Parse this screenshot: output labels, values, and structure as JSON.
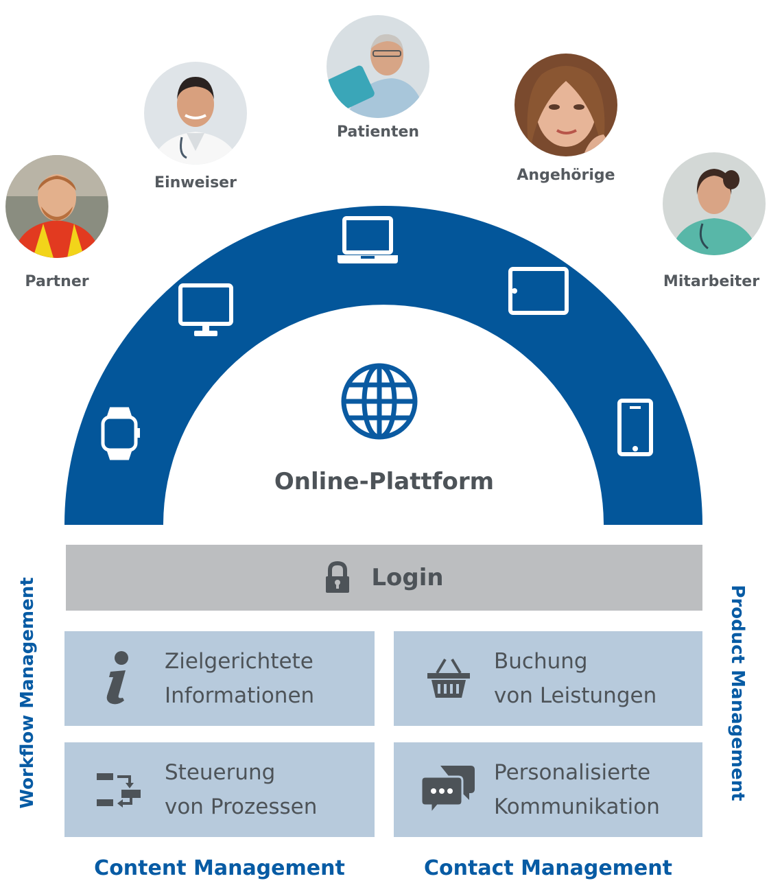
{
  "colors": {
    "arc_blue": "#03569a",
    "text_dark": "#4d5358",
    "login_gray": "#bcbec0",
    "tile_blue": "#b7cadc",
    "label_blue": "#075ba4"
  },
  "people": [
    {
      "name": "Partner",
      "icon": "person-photo"
    },
    {
      "name": "Einweiser",
      "icon": "person-photo"
    },
    {
      "name": "Patienten",
      "icon": "person-photo"
    },
    {
      "name": "Angehörige",
      "icon": "person-photo"
    },
    {
      "name": "Mitarbeiter",
      "icon": "person-photo"
    }
  ],
  "devices": [
    "smartwatch-icon",
    "desktop-monitor-icon",
    "laptop-icon",
    "tablet-icon",
    "smartphone-icon"
  ],
  "platform": {
    "title": "Online-Plattform",
    "icon": "globe-icon"
  },
  "login": {
    "label": "Login",
    "icon": "lock-icon"
  },
  "tiles": [
    {
      "line1": "Zielgerichtete",
      "line2": "Informationen",
      "icon": "info-icon"
    },
    {
      "line1": "Buchung",
      "line2": "von Leistungen",
      "icon": "shopping-basket-icon"
    },
    {
      "line1": "Steuerung",
      "line2": "von Prozessen",
      "icon": "process-flow-icon"
    },
    {
      "line1": "Personalisierte",
      "line2": "Kommunikation",
      "icon": "chat-bubbles-icon"
    }
  ],
  "side_labels": {
    "left": "Workflow Management",
    "right": "Product Management"
  },
  "bottom_labels": {
    "left": "Content Management",
    "right": "Contact Management"
  }
}
